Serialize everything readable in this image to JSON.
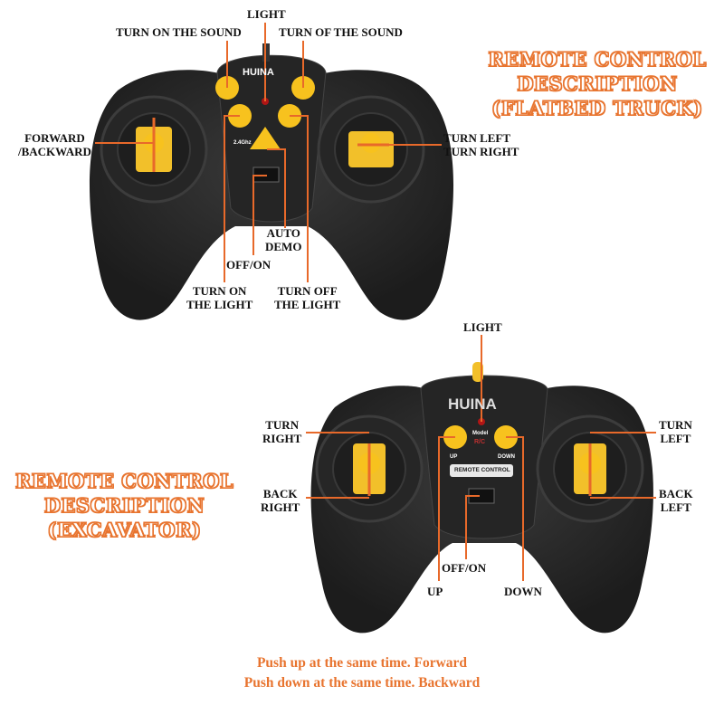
{
  "colors": {
    "accent": "#e8742f",
    "body": "#2b2b2b",
    "button": "#f7c21e"
  },
  "truck": {
    "title": [
      "REMOTE CONTROL",
      "DESCRIPTION",
      "(FLATBED TRUCK)"
    ],
    "brand": "HUINA",
    "labels": {
      "light": "LIGHT",
      "sound_on": "TURN ON THE SOUND",
      "sound_off": "TURN OF THE SOUND",
      "forward": "FORWARD",
      "backward": "/BACKWARD",
      "turn_left": "TURN LEFT",
      "turn_right": "TURN RIGHT",
      "auto": "AUTO",
      "demo": "DEMO",
      "off_on": "OFF/ON",
      "light_on_1": "TURN ON",
      "light_on_2": "THE LIGHT",
      "light_off_1": "TURN OFF",
      "light_off_2": "THE LIGHT"
    },
    "freq": "2.4Ghz"
  },
  "excavator": {
    "title": [
      "REMOTE CONTROL",
      "DESCRIPTION",
      "(EXCAVATOR)"
    ],
    "brand": "HUINA",
    "model": "Model",
    "rc": "R/C",
    "up_mark": "UP",
    "down_mark": "DOWN",
    "panel": "REMOTE CONTROL",
    "labels": {
      "light": "LIGHT",
      "turn_right_1": "TURN",
      "turn_right_2": "RIGHT",
      "turn_left_1": "TURN",
      "turn_left_2": "LEFT",
      "back_right_1": "BACK",
      "back_right_2": "RIGHT",
      "back_left_1": "BACK",
      "back_left_2": "LEFT",
      "off_on": "OFF/ON",
      "up": "UP",
      "down": "DOWN"
    }
  },
  "caption": [
    "Push up at the same time. Forward",
    "Push down at the same time. Backward"
  ]
}
